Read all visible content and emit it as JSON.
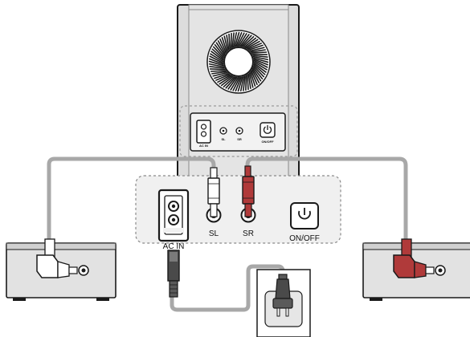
{
  "panel": {
    "ac_in_label": "AC IN",
    "sl_label": "SL",
    "sr_label": "SR",
    "power_label": "ON/OFF"
  },
  "mini_panel": {
    "ac_in_label": "AC IN",
    "sl_label": "SL",
    "sr_label": "SR",
    "power_label": "ON/OFF"
  },
  "colors": {
    "left_plug": "#ffffff",
    "right_plug": "#b03a3a",
    "cable": "#a8a8a8",
    "outline": "#1a1a1a"
  },
  "icons": {
    "woofer": "woofer-grille-icon",
    "power": "power-icon",
    "ac_socket": "ac-socket-icon",
    "wall_plug": "wall-plug-icon"
  }
}
